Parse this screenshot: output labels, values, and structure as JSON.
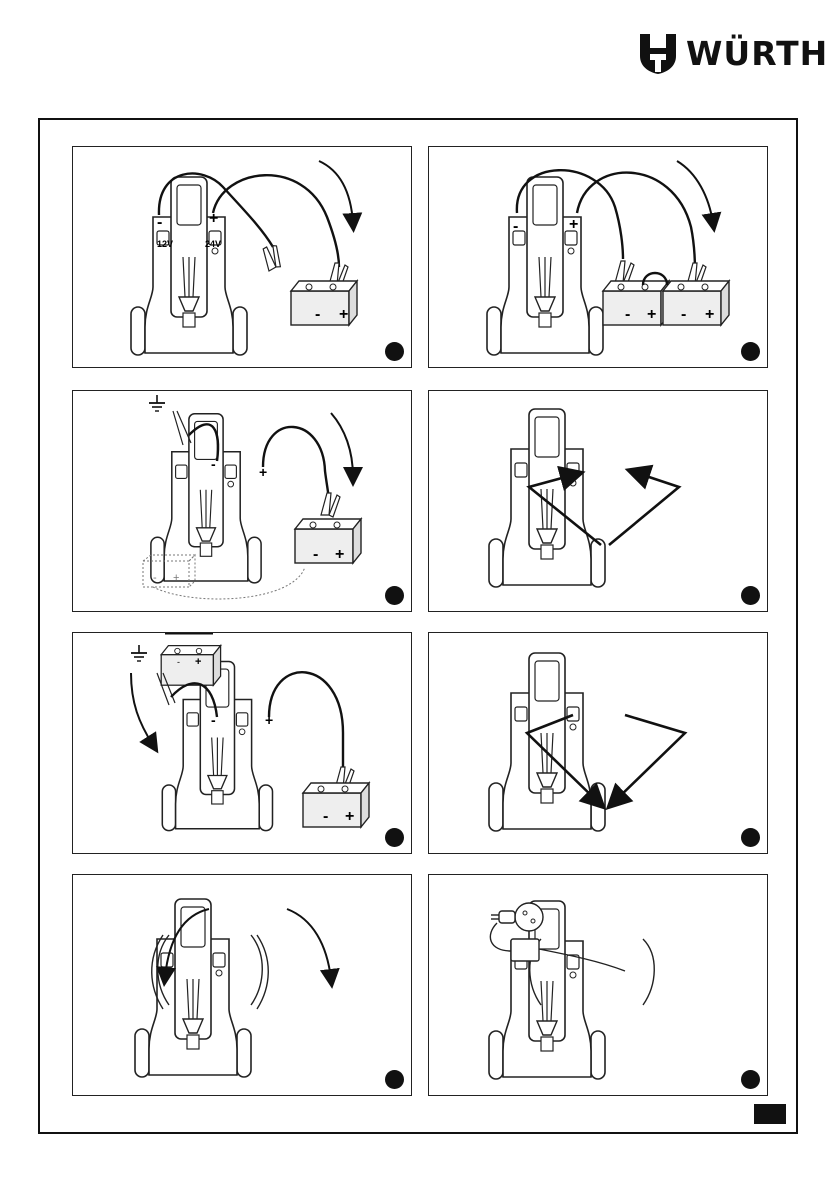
{
  "header": {
    "brand": "WÜRTH",
    "brand_color": "#111111"
  },
  "panels": [
    {
      "id": 1,
      "labels": {
        "minus": "-",
        "plus": "+",
        "v12": "12V",
        "v24": "24V",
        "bat_minus": "-",
        "bat_plus": "+"
      }
    },
    {
      "id": 2,
      "labels": {
        "minus": "-",
        "plus": "+",
        "bat1_minus": "-",
        "bat1_plus": "+",
        "bat2_minus": "-",
        "bat2_plus": "+"
      }
    },
    {
      "id": 3,
      "labels": {
        "minus": "-",
        "plus": "+",
        "bat_minus": "-",
        "bat_plus": "+",
        "ghost_minus": "-",
        "ghost_plus": "+"
      }
    },
    {
      "id": 4,
      "labels": {}
    },
    {
      "id": 5,
      "labels": {
        "minus": "-",
        "plus": "+",
        "bat_minus": "-",
        "bat_plus": "+",
        "top_minus": "-",
        "top_plus": "+"
      }
    },
    {
      "id": 6,
      "labels": {}
    },
    {
      "id": 7,
      "labels": {}
    },
    {
      "id": 8,
      "labels": {}
    }
  ],
  "icons": {
    "ground": "ground-symbol-icon",
    "clamp": "clamp-icon",
    "arrow": "curved-arrow-icon",
    "plug": "power-plug-icon"
  }
}
